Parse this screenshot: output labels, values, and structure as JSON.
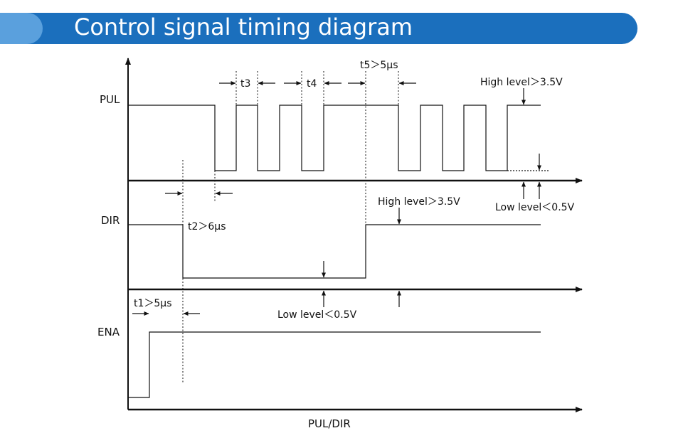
{
  "title": "Control signal timing diagram",
  "colors": {
    "banner": "#1b6fbd",
    "banner_cap": "#5aa0dd",
    "line": "#111111",
    "background": "#ffffff"
  },
  "signals": {
    "pul": "PUL",
    "dir": "DIR",
    "ena": "ENA"
  },
  "timing": {
    "t1": "t1＞5μs",
    "t2": "t2＞6μs",
    "t3": "t3",
    "t4": "t4",
    "t5": "t5＞5μs"
  },
  "levels": {
    "pul_high": "High level＞3.5V",
    "pul_low": "Low level＜0.5V",
    "dir_high": "High level＞3.5V",
    "dir_low": "Low level＜0.5V"
  },
  "x_axis_label": "PUL/DIR"
}
